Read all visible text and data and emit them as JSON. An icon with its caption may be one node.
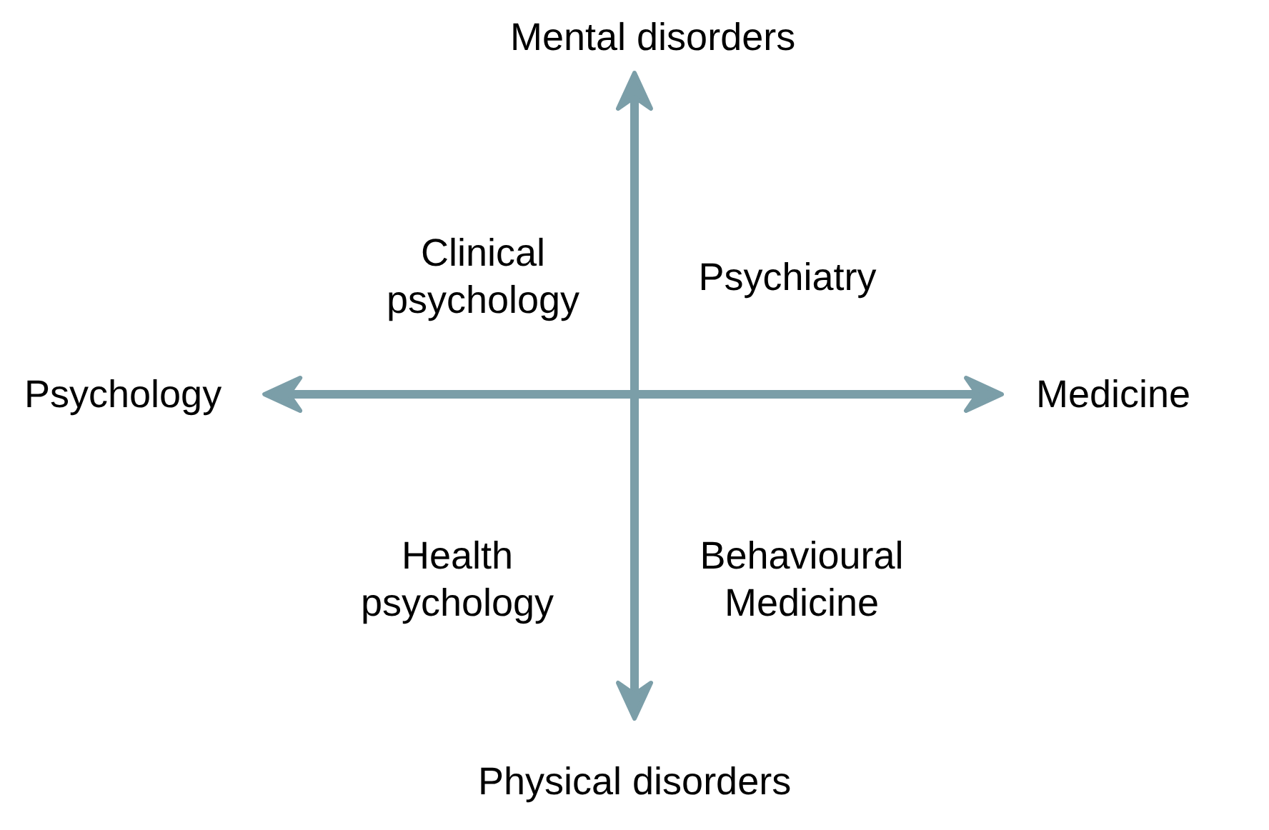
{
  "diagram": {
    "nodes": [
      {
        "text": [
          "Mental disorders"
        ]
      },
      {
        "text": [
          "Psychology"
        ]
      },
      {
        "text": [
          "Medicine"
        ]
      },
      {
        "text": [
          "Physical disorders"
        ]
      }
    ],
    "edges": [
      {
        "from": 1,
        "to": 2,
        "arrow": "both"
      },
      {
        "from": 0,
        "to": 3,
        "arrow": "both"
      }
    ],
    "labels": [
      "Clinical psychology",
      "Psychiatry",
      "Health psychology",
      "Behavioural Medicine"
    ]
  }
}
